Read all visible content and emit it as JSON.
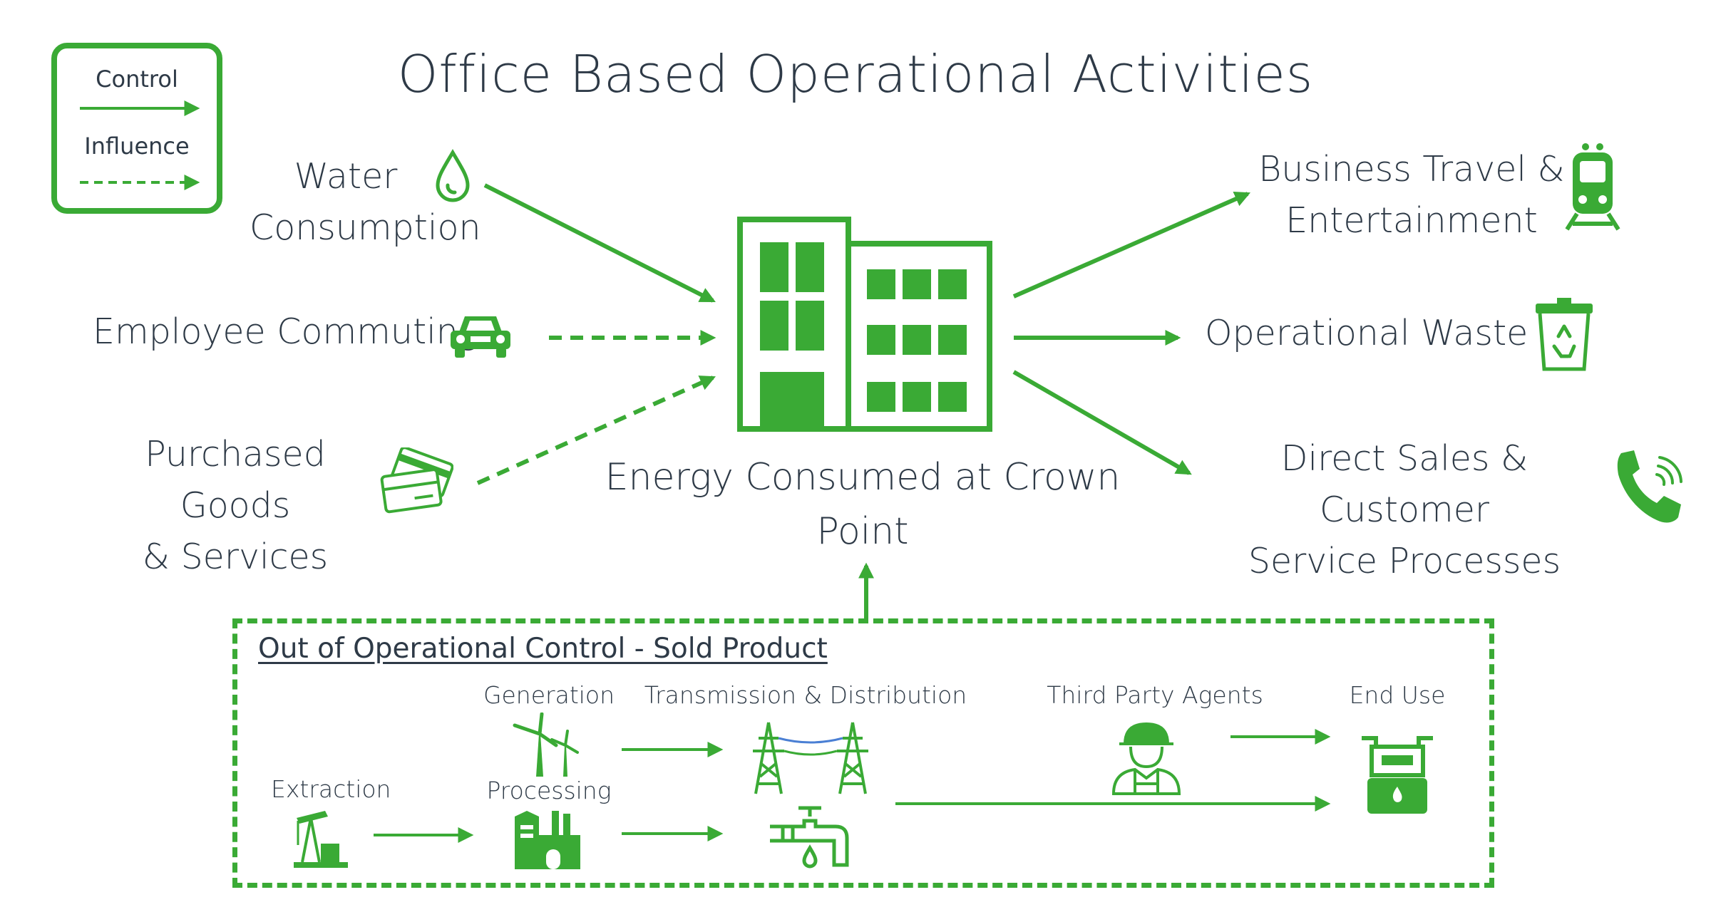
{
  "title": "Office Based Operational Activities",
  "legend": {
    "control": "Control",
    "influence": "Influence"
  },
  "inputs": {
    "water": [
      "Water",
      "Consumption"
    ],
    "commuting": "Employee Commuting",
    "purchased": [
      "Purchased Goods",
      "& Services"
    ]
  },
  "center": [
    "Energy Consumed at Crown",
    "Point"
  ],
  "outputs": {
    "travel": [
      "Business Travel &",
      "Entertainment"
    ],
    "waste": "Operational Waste",
    "sales": [
      "Direct Sales & Customer",
      "Service Processes"
    ]
  },
  "sold_product": {
    "title": "Out of Operational Control - Sold Product",
    "extraction": "Extraction",
    "generation": "Generation",
    "processing": "Processing",
    "transmission": "Transmission & Distribution",
    "third_party": "Third Party Agents",
    "end_use": "End Use"
  },
  "colors": {
    "accent": "#3aaa35",
    "text": "#2e3a47"
  },
  "icons": [
    "water-drop-icon",
    "car-icon",
    "credit-cards-icon",
    "office-building-icon",
    "train-icon",
    "recycle-bin-icon",
    "phone-icon",
    "oil-pump-icon",
    "wind-turbine-icon",
    "factory-icon",
    "power-pylon-icon",
    "water-tap-icon",
    "worker-icon",
    "gas-meter-icon"
  ]
}
